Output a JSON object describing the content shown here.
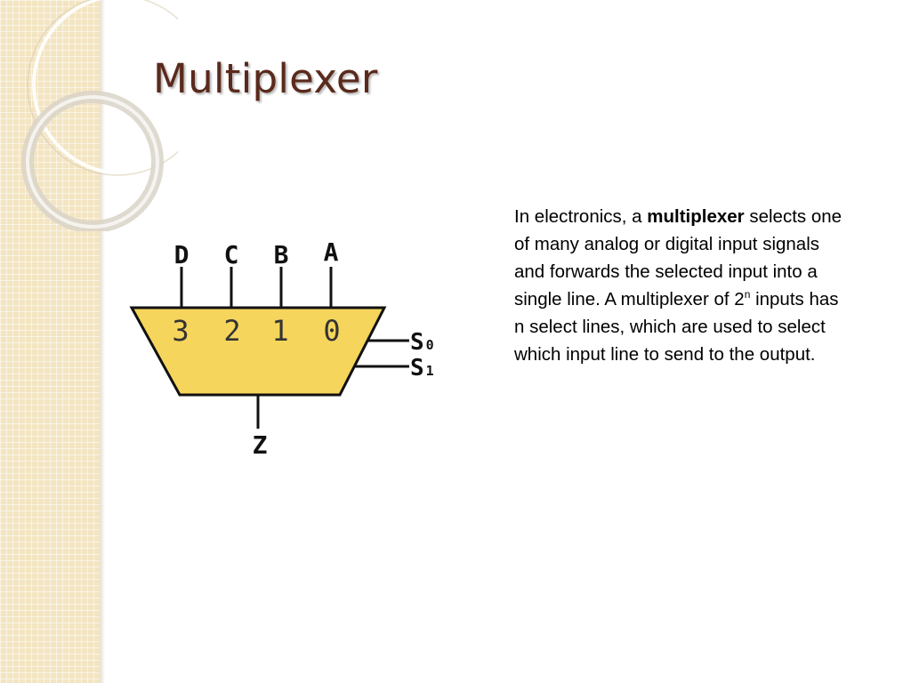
{
  "slide": {
    "title": "Multiplexer"
  },
  "diagram": {
    "top_labels": [
      "D",
      "C",
      "B",
      "A"
    ],
    "input_numbers": [
      "3",
      "2",
      "1",
      "0"
    ],
    "select_labels": [
      {
        "letter": "S",
        "index": "0"
      },
      {
        "letter": "S",
        "index": "1"
      }
    ],
    "output_label": "Z",
    "colors": {
      "fill": "#f5d55c",
      "stroke": "#111111",
      "digits": "#333333"
    }
  },
  "text": {
    "intro": "In electronics, a ",
    "bold_term": "multiplexer",
    "part1": " selects one of many analog or digital input signals and forwards the selected input into a single line. A multiplexer of 2",
    "superscript": "n",
    "part2": " inputs has n select lines, which are used to select which input line to send to the output."
  },
  "colors": {
    "title": "#5a2a1c",
    "panel": "#f3e5c2"
  }
}
